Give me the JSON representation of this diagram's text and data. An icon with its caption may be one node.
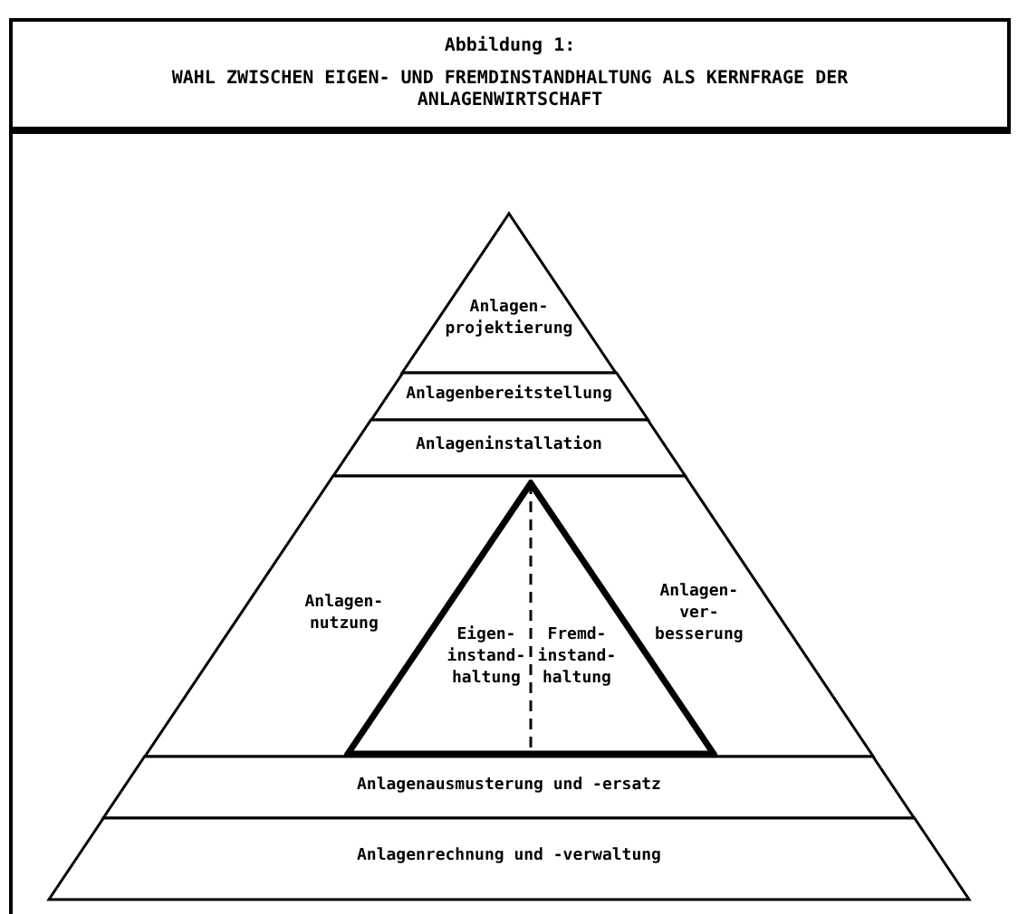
{
  "diagram": {
    "title": "WAHL ZWISCHEN EIGEN- UND FREMDINSTANDHALTUNG ALS KERNFRAGE DER ANLAGENWIRTSCHAFT",
    "labels": [
      "Abbildung 1:"
    ],
    "nodes": [
      {
        "text": [
          "Anlagen- projektierung"
        ]
      },
      {
        "text": [
          "Anlagenbereitstellung"
        ]
      },
      {
        "text": [
          "Anlageninstallation"
        ]
      },
      {
        "text": [
          "Anlagen- nutzung",
          "Anlagen- ver- besserung"
        ]
      },
      {
        "text": [
          "Eigen- instand- haltung",
          "Fremd- instand- haltung"
        ],
        "in": 3
      },
      {
        "text": [
          "Anlagenausmusterung und -ersatz"
        ]
      },
      {
        "text": [
          "Anlagenrechnung und -verwaltung"
        ]
      }
    ]
  }
}
